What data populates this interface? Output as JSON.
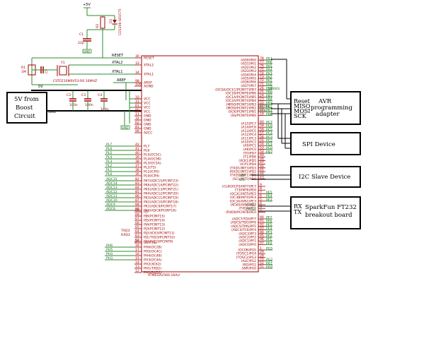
{
  "power": {
    "vcc": "+5V",
    "supply_net": "5V",
    "gnd": "GND"
  },
  "components": {
    "r2": "R2",
    "d1": "D1",
    "d1_value": "CD1206-S01575",
    "c1": "C1",
    "c1_value": "22p",
    "c1_gnd": "GND",
    "r1": "R1",
    "r1_value": "1M",
    "c5": "C5",
    "y1": "Y1",
    "y1_part": "CSTCE16M0V53-R0 16MHZ",
    "c2": "C2",
    "c3": "C3",
    "c4": "C4",
    "c_value": "100n",
    "mcu_part": "ATMEGA2560-16AU"
  },
  "nets": {
    "reset": "RESET",
    "xtal2": "XTAL2",
    "xtal1": "XTAL1",
    "aref": "AREF",
    "gnd": "GND",
    "tx": "TXD3",
    "rx": "RXD3",
    "sda": "SDA",
    "scl": "SCL"
  },
  "mcu": {
    "left_pins": [
      {
        "num": "30",
        "name": "RESET"
      },
      {
        "num": "33",
        "name": "XTAL2"
      },
      {
        "num": "34",
        "name": "XTAL1"
      },
      {
        "num": "98",
        "name": "AREF"
      },
      {
        "num": "100",
        "name": "AGND"
      },
      {
        "num": "10",
        "name": "VCC"
      },
      {
        "num": "31",
        "name": "VCC"
      },
      {
        "num": "61",
        "name": "VCC"
      },
      {
        "num": "80",
        "name": "VCC"
      },
      {
        "num": "11",
        "name": "GND"
      },
      {
        "num": "32",
        "name": "GND"
      },
      {
        "num": "62",
        "name": "GND"
      },
      {
        "num": "81",
        "name": "GND"
      },
      {
        "num": "99",
        "name": "AVCC"
      },
      {
        "num": "42",
        "name": "PL7"
      },
      {
        "num": "41",
        "name": "PL6"
      },
      {
        "num": "40",
        "name": "PL5(OC5C)"
      },
      {
        "num": "39",
        "name": "PL4(OC5B)"
      },
      {
        "num": "38",
        "name": "PL3(OC5A)"
      },
      {
        "num": "37",
        "name": "PL2(T5)"
      },
      {
        "num": "36",
        "name": "PL1(ICP5)"
      },
      {
        "num": "35",
        "name": "PL0(ICP4)"
      },
      {
        "num": "82",
        "name": "PK7(ADC15/PCINT23)"
      },
      {
        "num": "83",
        "name": "PK6(ADC14/PCINT22)"
      },
      {
        "num": "84",
        "name": "PK5(ADC13/PCINT21)"
      },
      {
        "num": "85",
        "name": "PK4(ADC12/PCINT20)"
      },
      {
        "num": "86",
        "name": "PK3(ADC11/PCINT19)"
      },
      {
        "num": "87",
        "name": "PK2(ADC10/PCINT18)"
      },
      {
        "num": "88",
        "name": "PK1(ADC9/PCINT17)"
      },
      {
        "num": "89",
        "name": "PK0(ADC8/PCINT16)"
      },
      {
        "num": "69",
        "name": "PJ7"
      },
      {
        "num": "68",
        "name": "PJ6(PCINT15)"
      },
      {
        "num": "67",
        "name": "PJ5(PCINT14)"
      },
      {
        "num": "66",
        "name": "PJ4(PCINT13)"
      },
      {
        "num": "65",
        "name": "PJ3(PCINT12)"
      },
      {
        "num": "64",
        "name": "PJ2(XCK3/PCINT11)"
      },
      {
        "num": "63",
        "name": "PJ1(TXD3/PCINT10)"
      },
      {
        "num": "62",
        "name": "PJ0(RXD3/PCINT9)"
      },
      {
        "num": "27",
        "name": "PH7(T4)"
      },
      {
        "num": "18",
        "name": "PH6(OC2B)"
      },
      {
        "num": "17",
        "name": "PH5(OC4C)"
      },
      {
        "num": "16",
        "name": "PH4(OC4B)"
      },
      {
        "num": "15",
        "name": "PH3(OC4A)"
      },
      {
        "num": "14",
        "name": "PH2(XCK2)"
      },
      {
        "num": "13",
        "name": "PH1(TXD2)"
      },
      {
        "num": "12",
        "name": "PH0(RXD2)"
      }
    ],
    "right_pins": [
      {
        "num": "78",
        "name": "(AD0)PA0"
      },
      {
        "num": "77",
        "name": "(AD1)PA1"
      },
      {
        "num": "76",
        "name": "(AD2)PA2"
      },
      {
        "num": "75",
        "name": "(AD3)PA3"
      },
      {
        "num": "74",
        "name": "(AD4)PA4"
      },
      {
        "num": "73",
        "name": "(AD5)PA5"
      },
      {
        "num": "72",
        "name": "(AD6)PA6"
      },
      {
        "num": "71",
        "name": "(AD7)PA7"
      },
      {
        "num": "26",
        "name": "(OC0A/OC1C/PCINT7)PB7"
      },
      {
        "num": "25",
        "name": "(OC1B/PCINT6)PB6"
      },
      {
        "num": "24",
        "name": "(OC1A/PCINT5)PB5"
      },
      {
        "num": "23",
        "name": "(OC2A/PCINT4)PB4"
      },
      {
        "num": "22",
        "name": "(MISO/PCINT3)PB3"
      },
      {
        "num": "21",
        "name": "(MOSI/PCINT2)PB2"
      },
      {
        "num": "20",
        "name": "(SCK/PCINT1)PB1"
      },
      {
        "num": "19",
        "name": "(SS/PCINT0)PB0"
      },
      {
        "num": "60",
        "name": "(A15)PC7"
      },
      {
        "num": "59",
        "name": "(A14)PC6"
      },
      {
        "num": "58",
        "name": "(A13)PC5"
      },
      {
        "num": "57",
        "name": "(A12)PC4"
      },
      {
        "num": "56",
        "name": "(A11)PC3"
      },
      {
        "num": "55",
        "name": "(A10)PC2"
      },
      {
        "num": "54",
        "name": "(A9)PC1"
      },
      {
        "num": "53",
        "name": "(A8)PC0"
      },
      {
        "num": "50",
        "name": "(T0)PD7"
      },
      {
        "num": "49",
        "name": "(T1)PD6"
      },
      {
        "num": "48",
        "name": "(XCK1)PD5"
      },
      {
        "num": "47",
        "name": "(ICP1)PD4"
      },
      {
        "num": "46",
        "name": "(TXD1/INT3)PD3"
      },
      {
        "num": "45",
        "name": "(RXD1/INT2)PD2"
      },
      {
        "num": "44",
        "name": "(TXD1/INT1)PD1"
      },
      {
        "num": "43",
        "name": "(SCL/INT0)PD0"
      },
      {
        "num": "9",
        "name": "(CLKO/ICP3/INT7)PE7"
      },
      {
        "num": "8",
        "name": "(T3/INT6)PE6"
      },
      {
        "num": "7",
        "name": "(OC3C/INT5)PE5"
      },
      {
        "num": "6",
        "name": "(OC3B/INT4)PE4"
      },
      {
        "num": "5",
        "name": "(OC3A/AIN1)PE3"
      },
      {
        "num": "4",
        "name": "(XCK0/AIN0)PE2"
      },
      {
        "num": "3",
        "name": "(TXD0)PE1"
      },
      {
        "num": "2",
        "name": "(RXD0/PCINT8)PE0"
      },
      {
        "num": "90",
        "name": "(ADC7/TDI)PF7"
      },
      {
        "num": "91",
        "name": "(ADC6/TDO)PF6"
      },
      {
        "num": "92",
        "name": "(ADC5/TMS)PF5"
      },
      {
        "num": "93",
        "name": "(ADC4/TCK)PF4"
      },
      {
        "num": "94",
        "name": "(ADC3)PF3"
      },
      {
        "num": "95",
        "name": "(ADC2)PF2"
      },
      {
        "num": "96",
        "name": "(ADC1)PF1"
      },
      {
        "num": "97",
        "name": "(ADC0)PF0"
      },
      {
        "num": "1",
        "name": "(OC0B)PG5"
      },
      {
        "num": "29",
        "name": "(TOSC1)PG4"
      },
      {
        "num": "28",
        "name": "(TOSC2)PG3"
      },
      {
        "num": "70",
        "name": "(ALE)PG2"
      },
      {
        "num": "52",
        "name": "(RD)PG1"
      },
      {
        "num": "51",
        "name": "(WR)PG0"
      }
    ]
  },
  "left_net_labels": {
    "pl": [
      "PL7",
      "PL6",
      "PL5",
      "PL4",
      "PL3",
      "PL2",
      "PL1",
      "PL0"
    ],
    "adc": [
      "ADC15",
      "ADC14",
      "ADC13",
      "ADC12",
      "ADC11",
      "ADC10",
      "ADC9",
      "ADC8"
    ],
    "ph": [
      "PH6",
      "PH5",
      "PH4",
      "PH3"
    ]
  },
  "right_net_labels": {
    "pa": [
      "PA7",
      "PA6",
      "PA5",
      "PA4",
      "PA3",
      "PA2",
      "PA1",
      "PA0"
    ],
    "pb": [
      "PB7",
      "PB6",
      "PB5",
      "PB4",
      "PB3",
      "PB2",
      "PB1",
      "PB0"
    ],
    "pc": [
      "PC7",
      "PC6",
      "PC5",
      "PC4",
      "PC3",
      "PC2",
      "PC1",
      "PC0"
    ],
    "pd": "PD7",
    "pe": [
      "PE5",
      "PE4",
      "PE3"
    ],
    "pf": [
      "PF7",
      "PF6",
      "PF5",
      "PF4",
      "PF3",
      "PF2",
      "PF1",
      "PF0"
    ],
    "pg": [
      "PG5",
      "PG2",
      "PG1",
      "PG0"
    ],
    "misc": [
      "(MISO)",
      "(MOSI)",
      "(SCK)",
      "(TXD)",
      "(RXD)",
      "SDA",
      "SCL"
    ]
  },
  "boxes": {
    "power_input": {
      "line1": "5V from",
      "line2": "Boost",
      "line3": "Circuit"
    },
    "avr": {
      "title1": "AVR",
      "title2": "programming",
      "title3": "adapter",
      "pins": [
        "Reset",
        "MISO",
        "MOSI",
        "SCK"
      ]
    },
    "spi": {
      "title": "SPI Device"
    },
    "i2c": {
      "title": "I2C Slave Device"
    },
    "ft232": {
      "line1": "SparkFun FT232",
      "line2": "breakout board",
      "rx": "RX",
      "tx": "TX"
    }
  }
}
